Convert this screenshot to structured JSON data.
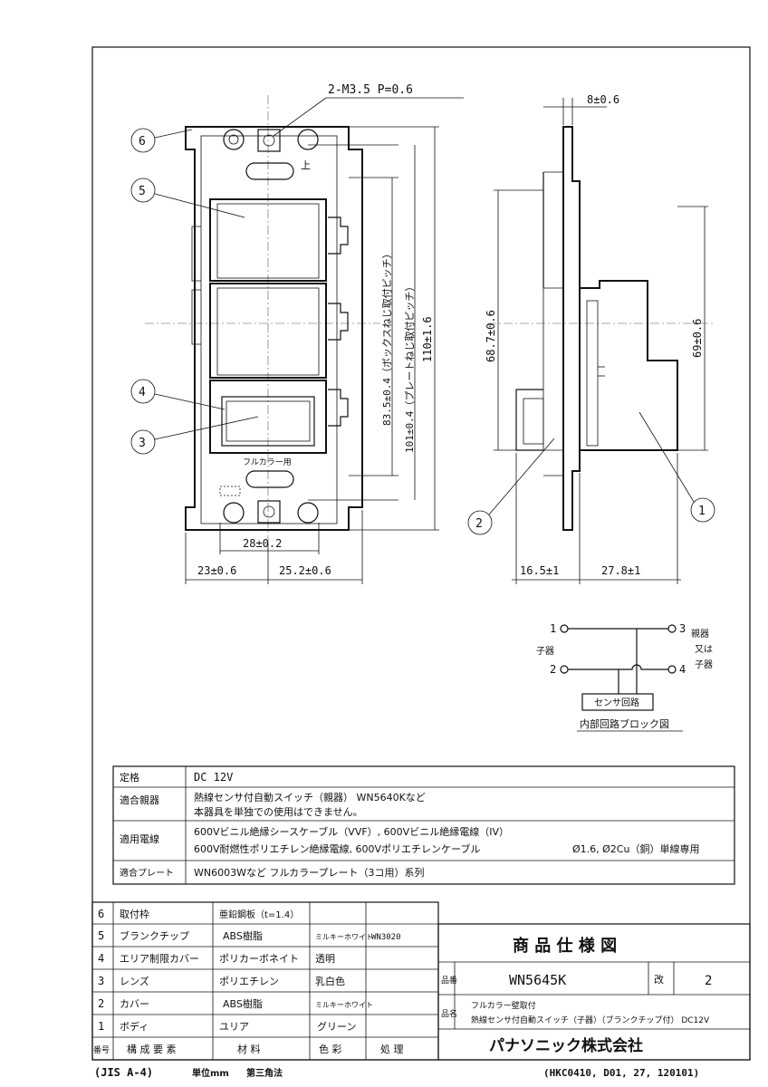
{
  "drawing": {
    "screw_note": "2-M3.5 P=0.6",
    "up_mark": "上",
    "full_color_label": "フルカラー用",
    "dims": {
      "thickness": "8±0.6",
      "box_pitch": "83.5±0.4（ボックスねじ取付ピッチ）",
      "plate_pitch": "101±0.4（プレートねじ取付ピッチ）",
      "height": "110±1.6",
      "side_left": "68.7±0.6",
      "side_right": "69±0.6",
      "width_28": "28±0.2",
      "width_23": "23±0.6",
      "width_25": "25.2±0.6",
      "depth_16": "16.5±1",
      "depth_27": "27.8±1"
    },
    "balloons": [
      "6",
      "5",
      "4",
      "3",
      "2",
      "1"
    ]
  },
  "circuit": {
    "t1": "1",
    "t2": "2",
    "t3": "3",
    "t4": "4",
    "child": "子器",
    "parent1": "親器",
    "parent2": "又は",
    "parent3": "子器",
    "sensor": "センサ回路",
    "caption": "内部回路ブロック図"
  },
  "spec_table": [
    {
      "label": "定格",
      "lines": [
        "DC 12V"
      ]
    },
    {
      "label": "適合親器",
      "lines": [
        "熱線センサ付自動スイッチ（親器） WN5640Kなど",
        "本器具を単独での使用はできません。"
      ]
    },
    {
      "label": "適用電線",
      "lines": [
        "600Vビニル絶縁シースケーブル（VVF）, 600Vビニル絶縁電線（IV）",
        "600V耐燃性ポリエチレン絶縁電線, 600Vポリエチレンケーブル"
      ],
      "extra": "Ø1.6, Ø2Cu（銅）単線専用"
    },
    {
      "label": "適合プレート",
      "lines": [
        "WN6003Wなど フルカラープレート（3コ用）系列"
      ]
    }
  ],
  "parts": [
    {
      "no": "6",
      "name": "取付枠",
      "material": "亜鉛鋼板（t=1.4）",
      "color": "",
      "finish": ""
    },
    {
      "no": "5",
      "name": "ブランクチップ",
      "material": "ABS樹脂",
      "color": "ミルキーホワイト",
      "finish": "WN3020"
    },
    {
      "no": "4",
      "name": "エリア制限カバー",
      "material": "ポリカーボネイト",
      "color": "透明",
      "finish": ""
    },
    {
      "no": "3",
      "name": "レンズ",
      "material": "ポリエチレン",
      "color": "乳白色",
      "finish": ""
    },
    {
      "no": "2",
      "name": "カバー",
      "material": "ABS樹脂",
      "color": "ミルキーホワイト",
      "finish": ""
    },
    {
      "no": "1",
      "name": "ボディ",
      "material": "ユリア",
      "color": "グリーン",
      "finish": ""
    }
  ],
  "parts_header": {
    "no": "番号",
    "name": "構 成 要 素",
    "material": "材 料",
    "color": "色 彩",
    "finish": "処 理"
  },
  "title_block": {
    "title": "商 品 仕 様 図",
    "part_no_label": "品番",
    "part_no": "WN5645K",
    "rev_label": "改",
    "rev": "2",
    "name_label": "品名",
    "name_line1": "フルカラー壁取付",
    "name_line2": "熱線センサ付自動スイッチ（子器）（ブランクチップ付） DC12V",
    "company": "パナソニック株式会社"
  },
  "footer": {
    "left": "(JIS A-4)",
    "unit": "単位mm",
    "angle": "第三角法",
    "right": "(HKC0410, D01, 27, 120101)"
  }
}
